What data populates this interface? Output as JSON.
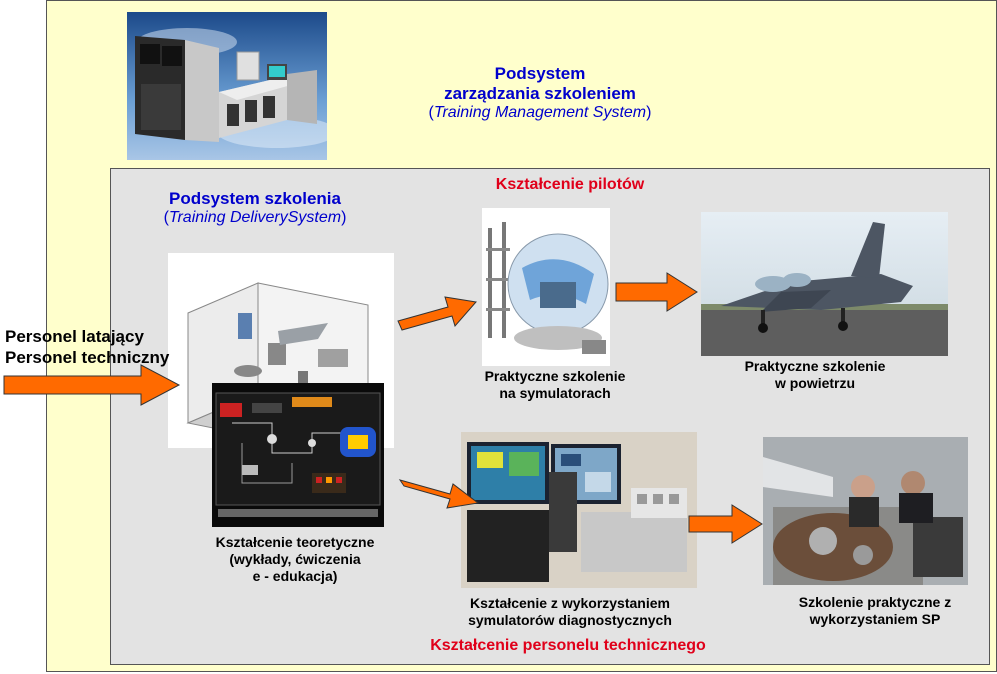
{
  "tms": {
    "title_line1": "Podsystem",
    "title_line2": "zarządzania szkoleniem",
    "sub_open": "(",
    "sub_italic": "Training Management System",
    "sub_close": ")"
  },
  "tds": {
    "title": "Podsystem szkolenia",
    "sub_open": "(",
    "sub_italic": "Training DeliverySystem",
    "sub_close": ")"
  },
  "pilots": {
    "heading": "Kształcenie pilotów"
  },
  "technical": {
    "heading": "Kształcenie personelu technicznego"
  },
  "input": {
    "line1": "Personel latający",
    "line2": "Personel techniczny"
  },
  "captions": {
    "simulators": [
      "Praktyczne szkolenie",
      "na symulatorach"
    ],
    "air": [
      "Praktyczne szkolenie",
      "w powietrzu"
    ],
    "theory": [
      "Kształcenie teoretyczne",
      "(wykłady, ćwiczenia",
      "e - edukacja)"
    ],
    "diagnostic": [
      "Kształcenie z wykorzystaniem",
      "symulatorów diagnostycznych"
    ],
    "sp": [
      "Szkolenie praktyczne z",
      "wykorzystaniem SP"
    ]
  },
  "colors": {
    "outer_bg": "#ffffcc",
    "inner_bg": "#e3e3e3",
    "blue_text": "#0000cc",
    "red_text": "#e0001a",
    "arrow_fill": "#ff6a00"
  },
  "icons": {
    "arrow": "orange-right-arrow",
    "console": "training-console-photo",
    "room": "classroom-3d-photo",
    "schematic": "fuel-system-schematic-screen",
    "dome": "dome-simulator-photo",
    "jet": "trainer-jet-photo",
    "diagnostic": "diagnostic-simulator-photo",
    "engine": "aircraft-maintenance-photo"
  }
}
